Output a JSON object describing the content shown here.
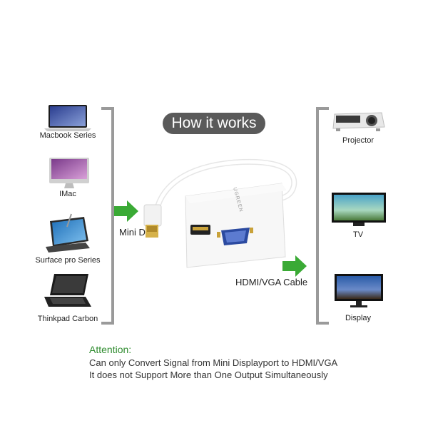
{
  "title": "How it works",
  "devices_left": [
    {
      "icon": "macbook-icon",
      "label": "Macbook Series"
    },
    {
      "icon": "imac-icon",
      "label": "IMac"
    },
    {
      "icon": "surface-icon",
      "label": "Surface pro Series"
    },
    {
      "icon": "thinkpad-icon",
      "label": "Thinkpad Carbon"
    }
  ],
  "devices_right": [
    {
      "icon": "projector-icon",
      "label": "Projector"
    },
    {
      "icon": "tv-icon",
      "label": "TV"
    },
    {
      "icon": "display-icon",
      "label": "Display"
    }
  ],
  "input_label": "Mini DP",
  "output_label": "HDMI/VGA Cable",
  "adapter_brand": "UGREEN",
  "attention": {
    "heading": "Attention:",
    "line1": "Can only Convert Signal from Mini Displayport to HDMI/VGA",
    "line2": "It does not Support More than One Output Simultaneously"
  },
  "colors": {
    "arrow": "#3aaa35",
    "bracket": "#9a9a9a",
    "pill": "#5a5a5a",
    "attention": "#2e8b2e"
  }
}
